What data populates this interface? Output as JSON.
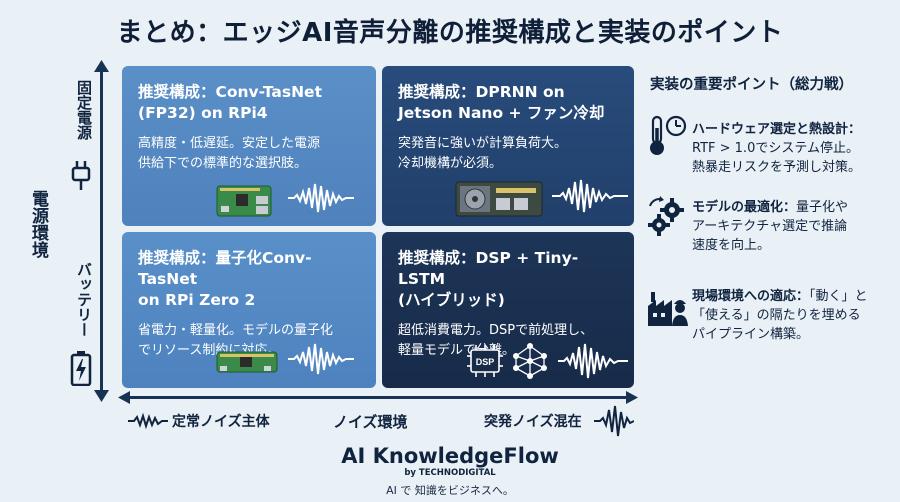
{
  "title": "まとめ：エッジAI音声分離の推奨構成と実装のポイント",
  "y_axis": {
    "main_label": "電源環境",
    "top_label": "固定電源",
    "bottom_label": "バッテリー",
    "top_icon": "plug-icon",
    "bottom_icon": "battery-icon"
  },
  "x_axis": {
    "main_label": "ノイズ環境",
    "left_label": "定常ノイズ主体",
    "right_label": "突発ノイズ混在"
  },
  "quadrants": {
    "top_left": {
      "title1": "推奨構成：Conv-TasNet",
      "title2": "(FP32) on RPi4",
      "desc1": "高精度・低遅延。安定した電源",
      "desc2": "供給下での標準的な選択肢。",
      "icons": [
        "raspberry-pi-board-icon",
        "waveform-icon"
      ]
    },
    "top_right": {
      "title1": "推奨構成：DPRNN on",
      "title2": "Jetson Nano + ファン冷却",
      "desc1": "突発音に強いが計算負荷大。",
      "desc2": "冷却機構が必須。",
      "icons": [
        "jetson-board-fan-icon",
        "waveform-icon"
      ]
    },
    "bottom_left": {
      "title1": "推奨構成：量子化Conv-TasNet",
      "title2": "on RPi Zero 2",
      "desc1": "省電力・軽量化。モデルの量子化",
      "desc2": "でリソース制約に対応。",
      "icons": [
        "rpi-zero-board-icon",
        "waveform-icon"
      ]
    },
    "bottom_right": {
      "title1": "推奨構成：DSP + Tiny-LSTM",
      "title2": "(ハイブリッド)",
      "desc1": "超低消費電力。DSPで前処理し、",
      "desc2": "軽量モデルで分離。",
      "dsp_chip_label": "DSP",
      "icons": [
        "dsp-chip-icon",
        "neural-network-icon",
        "waveform-icon"
      ]
    }
  },
  "points": {
    "title": "実装の重要ポイント（総力戦）",
    "items": [
      {
        "icon": "thermometer-clock-icon",
        "heading": "ハードウェア選定と熱設計：",
        "line1": "RTF > 1.0でシステム停止。",
        "line2": "熱暴走リスクを予測し対策。",
        "line3": ""
      },
      {
        "icon": "gears-icon",
        "heading": "モデルの最適化：",
        "line1": "量子化や",
        "line2": "アーキテクチャ選定で推論",
        "line3": "速度を向上。"
      },
      {
        "icon": "factory-worker-icon",
        "heading": "現場環境への適応：",
        "line1": "「動く」と",
        "line2": "「使える」の隔たりを埋める",
        "line3": "パイプライン構築。"
      }
    ]
  },
  "brand": {
    "name": "AI KnowledgeFlow",
    "by": "by TECHNODIGITAL",
    "tagline": "AI で 知識をビジネスへ。"
  },
  "colors": {
    "light_cell": "#5589c4",
    "dark_cell": "#223f69",
    "darkest_cell": "#192f50",
    "background": "#e9f0f6",
    "text": "#10233f"
  }
}
